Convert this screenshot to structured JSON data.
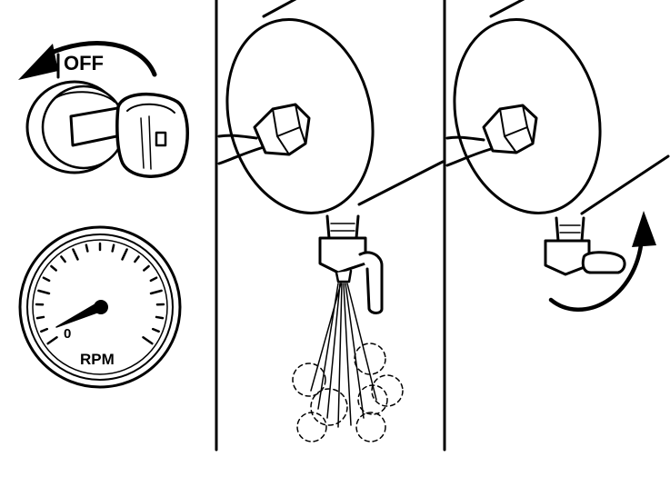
{
  "panels": [
    {
      "id": "controls",
      "ignition": {
        "label": "OFF"
      },
      "tachometer": {
        "label": "RPM",
        "needle_value": "0"
      }
    },
    {
      "id": "drain-open"
    },
    {
      "id": "drain-closed"
    }
  ],
  "colors": {
    "ink": "#000000",
    "paper": "#ffffff"
  }
}
